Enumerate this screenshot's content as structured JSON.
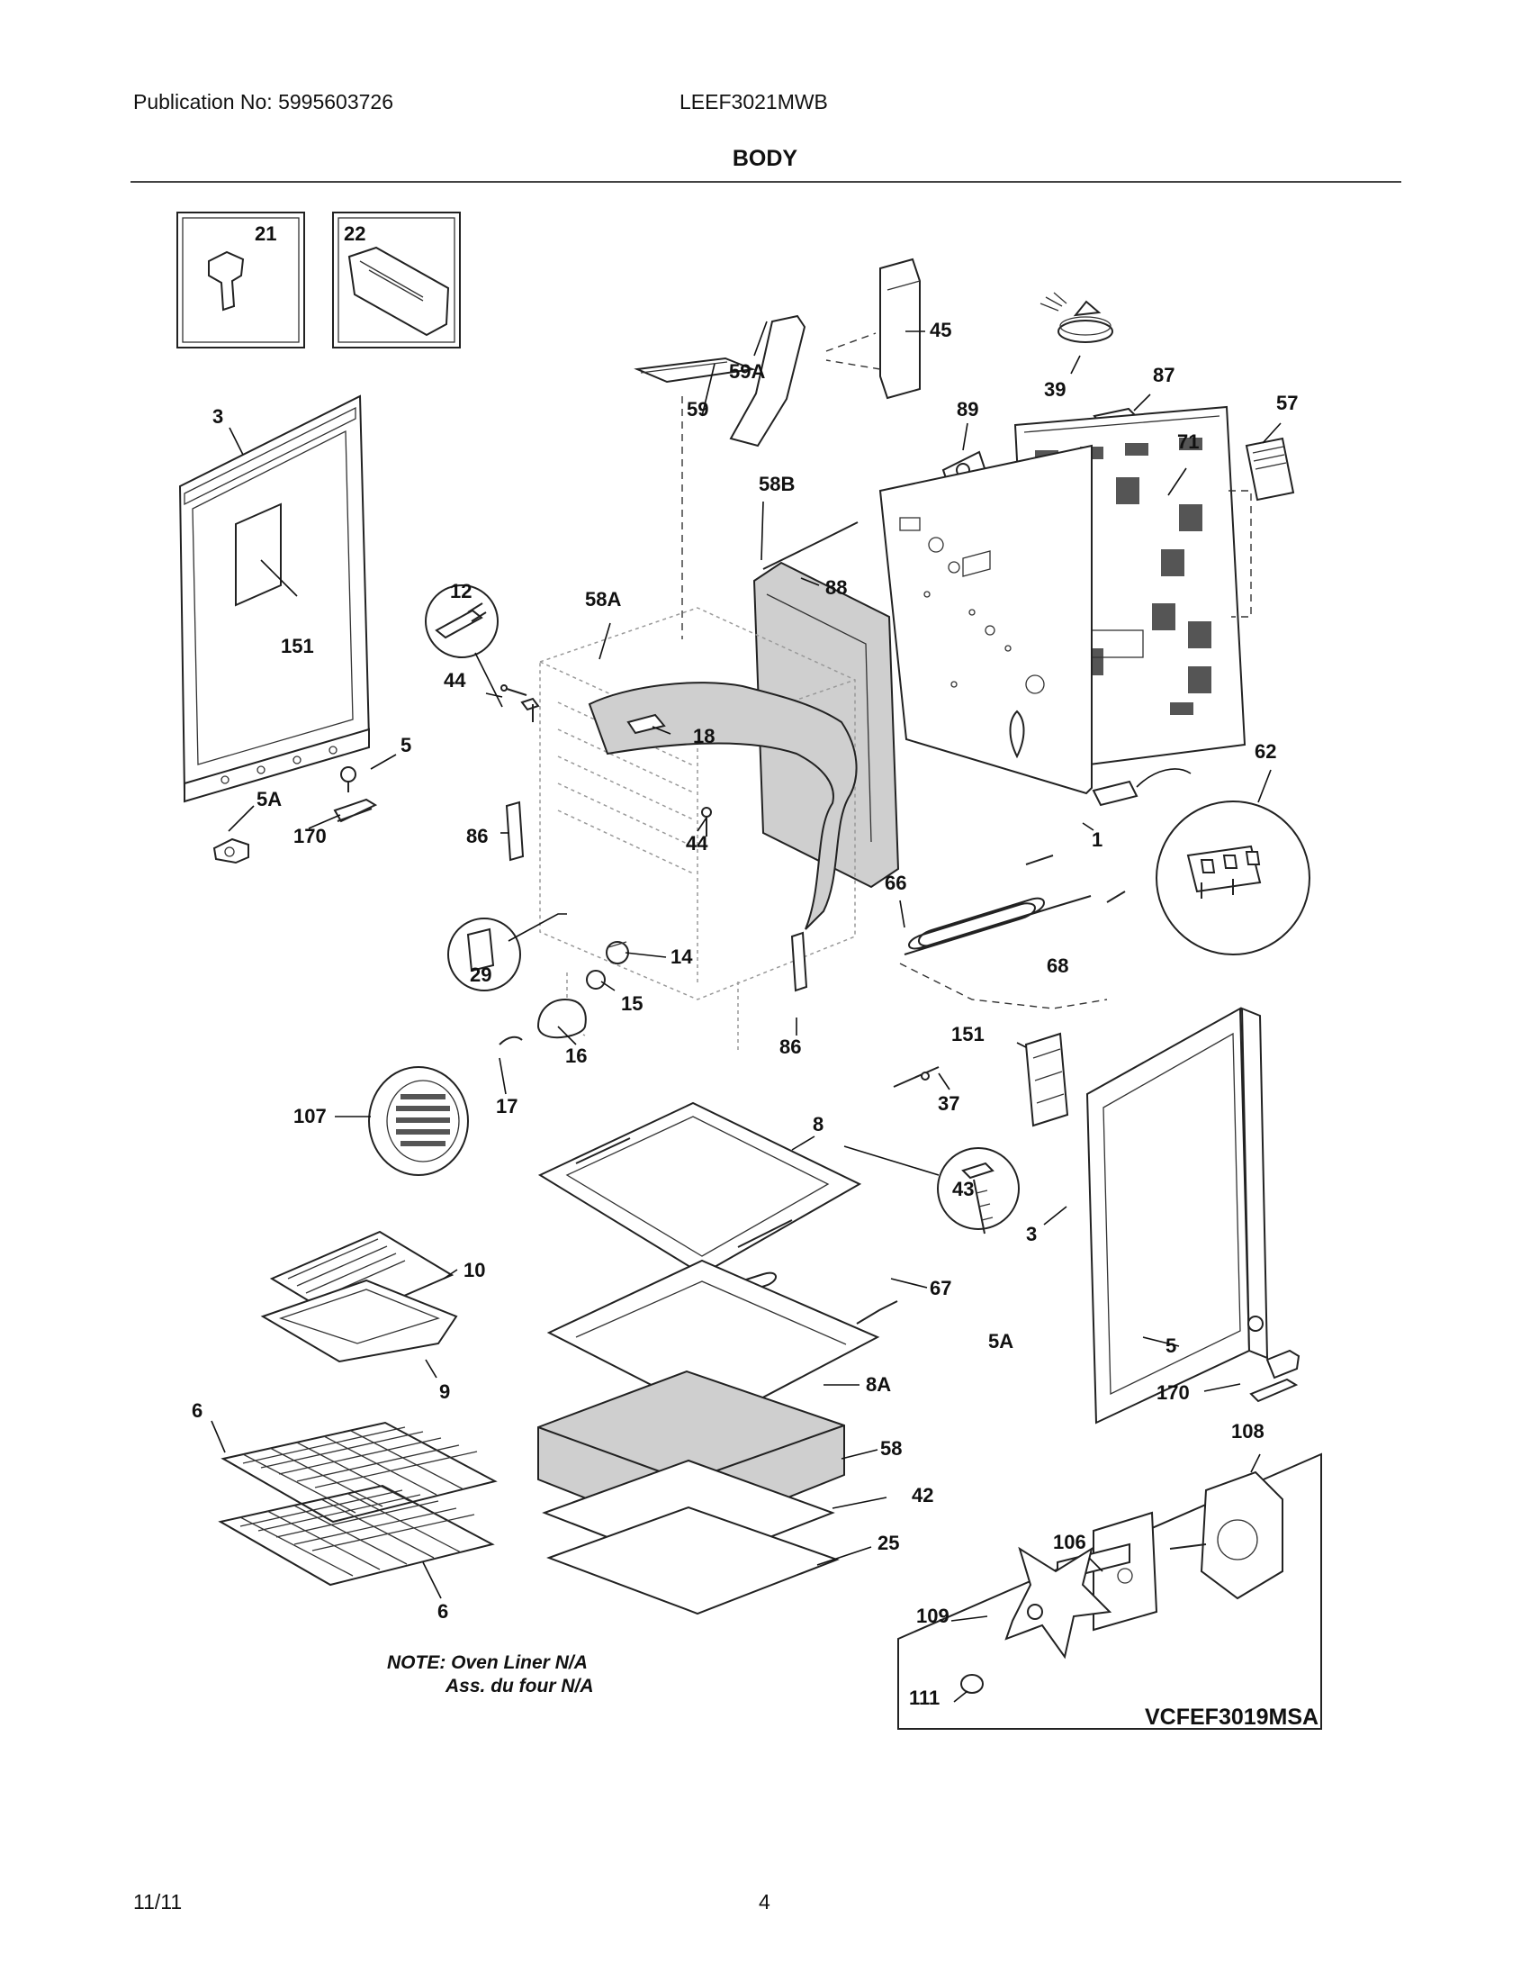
{
  "header": {
    "publication": "Publication No: 5995603726",
    "model": "LEEF3021MWB",
    "title": "BODY"
  },
  "footer": {
    "date": "11/11",
    "page": "4"
  },
  "diagram": {
    "labels": {
      "p21": "21",
      "p22": "22",
      "p3a": "3",
      "p151a": "151",
      "p5a": "5",
      "p5Aa": "5A",
      "p170a": "170",
      "p12": "12",
      "p44a": "44",
      "p58A": "58A",
      "p18": "18",
      "p44b": "44",
      "p86a": "86",
      "p59": "59",
      "p59A": "59A",
      "p58B": "58B",
      "p88": "88",
      "p45": "45",
      "p39": "39",
      "p87": "87",
      "p89": "89",
      "p71": "71",
      "p57": "57",
      "p1": "1",
      "p62": "62",
      "p66": "66",
      "p68": "68",
      "p151b": "151",
      "p37": "37",
      "p29": "29",
      "p14": "14",
      "p15": "15",
      "p16": "16",
      "p17": "17",
      "p86b": "86",
      "p107": "107",
      "p8": "8",
      "p43": "43",
      "p3b": "3",
      "p10": "10",
      "p9": "9",
      "p67": "67",
      "p8A": "8A",
      "p5Ab": "5A",
      "p5b": "5",
      "p170b": "170",
      "p6a": "6",
      "p6b": "6",
      "p58": "58",
      "p42": "42",
      "p25": "25",
      "p108": "108",
      "p106": "106",
      "p109": "109",
      "p111": "111"
    },
    "note_line1": "NOTE: Oven Liner N/A",
    "note_line2": "Ass. du four N/A",
    "code": "VCFEF3019MSA"
  }
}
